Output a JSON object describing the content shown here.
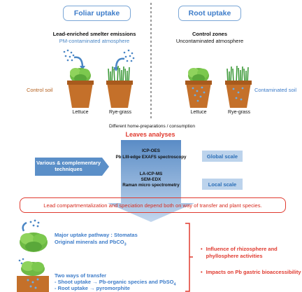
{
  "headers": {
    "foliar": "Foliar uptake",
    "root": "Root uptake"
  },
  "foliar_group": {
    "title": "Lead-enriched smelter emissions",
    "subtitle": "PM-contaminated atmosphere"
  },
  "root_group": {
    "title": "Control zones",
    "subtitle": "Uncontaminated atmosphere"
  },
  "soil_labels": {
    "control": "Control soil",
    "contaminated": "Contaminated soil"
  },
  "plants": {
    "lettuce": "Lettuce",
    "ryegrass": "Rye-grass"
  },
  "process": {
    "preparation": "Different home-preparations / consumption",
    "leaves": "Leaves analyses"
  },
  "techniques": {
    "global": [
      "ICP-OES",
      "Pb LIII-edge EXAFS spectroscopy"
    ],
    "local": [
      "LA-ICP-MS",
      "SEM-EDX",
      "Raman micro spectrometry"
    ]
  },
  "side_box": "Various & complementary techniques",
  "scales": {
    "global": "Global scale",
    "local": "Local scale"
  },
  "conclusion": "Lead compartmentalization and speciation depend both on way of transfer and plant species.",
  "foliar_result": {
    "line1": "Major uptake pathway : Stomatas",
    "line2_pre": "Original minerals and PbCO",
    "line2_sub": "3"
  },
  "root_result": {
    "line1": "Two ways of transfer",
    "line2_pre": "- Shoot uptake → Pb-organic species and PbSO",
    "line2_sub": "4",
    "line3": "- Root uptake → pyromorphite"
  },
  "impacts": [
    "Influence of rhizosphere and phyllosphere activities",
    "Impacts on Pb gastric bioaccessibility"
  ],
  "colors": {
    "accent_blue": "#3d7cc9",
    "red": "#e03a2f",
    "soil": "#c4702a",
    "green": "#5aa83a"
  }
}
